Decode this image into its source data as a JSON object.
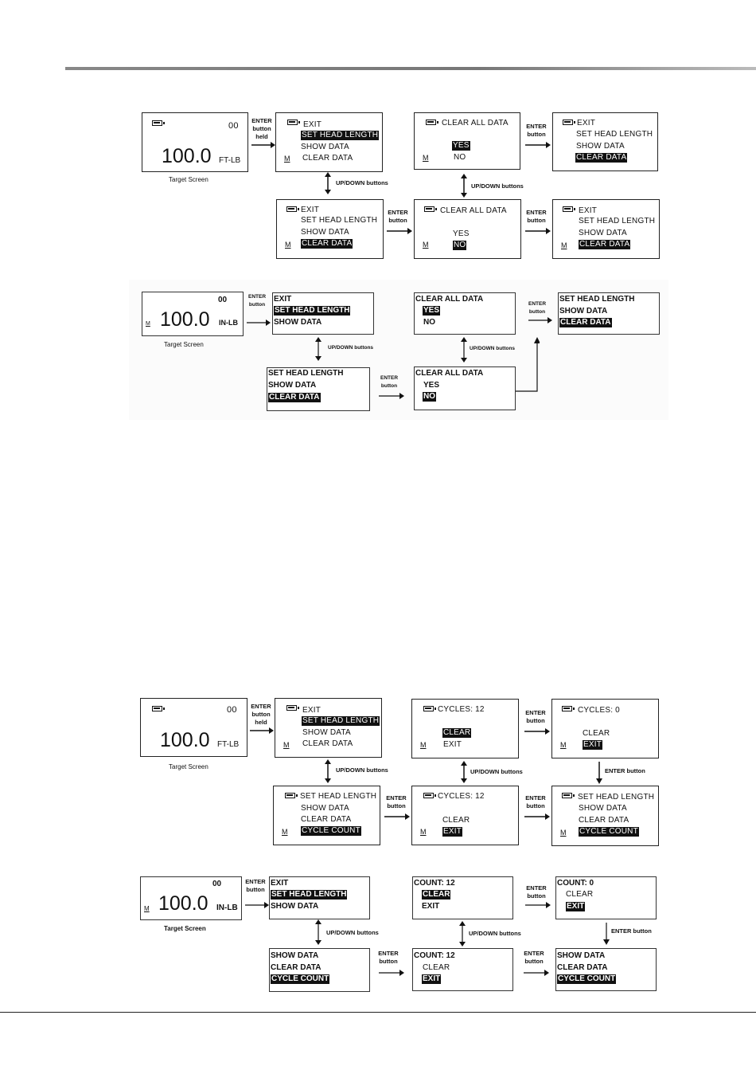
{
  "labels": {
    "enter_held": "ENTER\nbutton\nheld",
    "enter_button": "ENTER\nbutton",
    "enter_button_inline": "ENTER button",
    "up_down": "UP/DOWN buttons",
    "target_screen": "Target Screen"
  },
  "lcd": {
    "zeros": "00",
    "value": "100.0",
    "unit_ft": "FT-LB",
    "unit_in": "IN-LB",
    "m": "M"
  },
  "menu": {
    "exit": "EXIT",
    "set_head_length": "SET HEAD LENGTH",
    "show_data": "SHOW DATA",
    "clear_data": "CLEAR DATA",
    "cycle_count": "CYCLE COUNT",
    "clear_all_data": "CLEAR ALL DATA",
    "yes": "YES",
    "no": "NO",
    "clear": "CLEAR",
    "cycles_12": "CYCLES:  12",
    "cycles_0": "CYCLES:  0",
    "count_12": "COUNT: 12",
    "count_0": "COUNT: 0"
  }
}
